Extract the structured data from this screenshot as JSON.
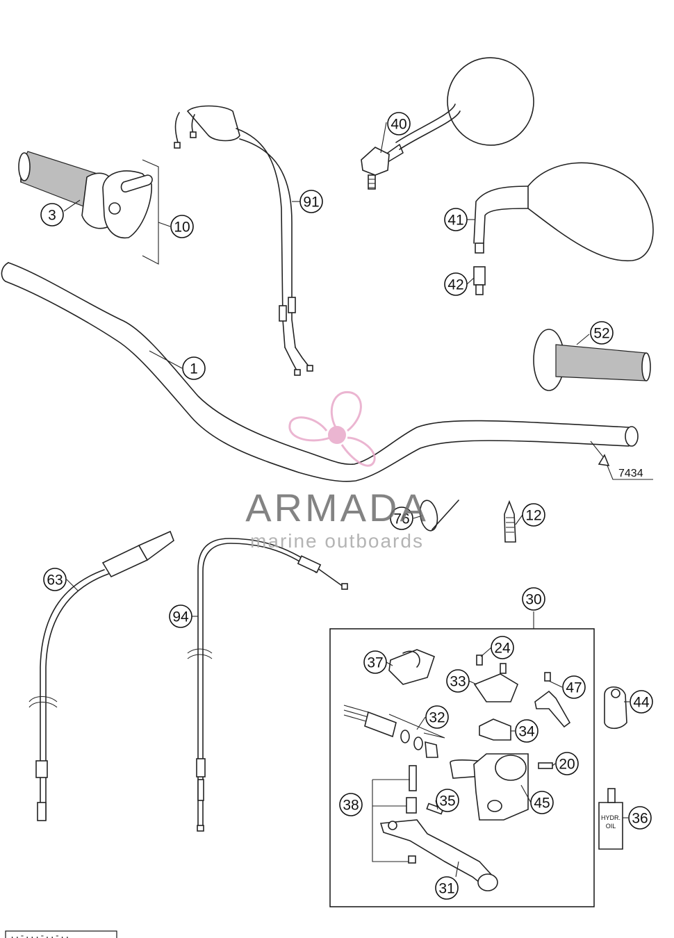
{
  "callouts": {
    "c1": "1",
    "c3": "3",
    "c10": "10",
    "c91": "91",
    "c40": "40",
    "c41": "41",
    "c42": "42",
    "c52": "52",
    "c12": "12",
    "c76": "76",
    "c63": "63",
    "c94": "94",
    "c30": "30",
    "c37": "37",
    "c24": "24",
    "c33": "33",
    "c47": "47",
    "c44": "44",
    "c32": "32",
    "c34": "34",
    "c20": "20",
    "c45": "45",
    "c38": "38",
    "c35": "35",
    "c36": "36",
    "c31": "31"
  },
  "reference_label": "7434",
  "bottle_label_line1": "HYDR.",
  "bottle_label_line2": "OIL",
  "watermark": {
    "title": "ARMADA",
    "subtitle": "marine outboards",
    "logo_color": "#e8a9c9",
    "text_color": "#6e6e6e"
  },
  "footer_code": "..-...-..-.."
}
